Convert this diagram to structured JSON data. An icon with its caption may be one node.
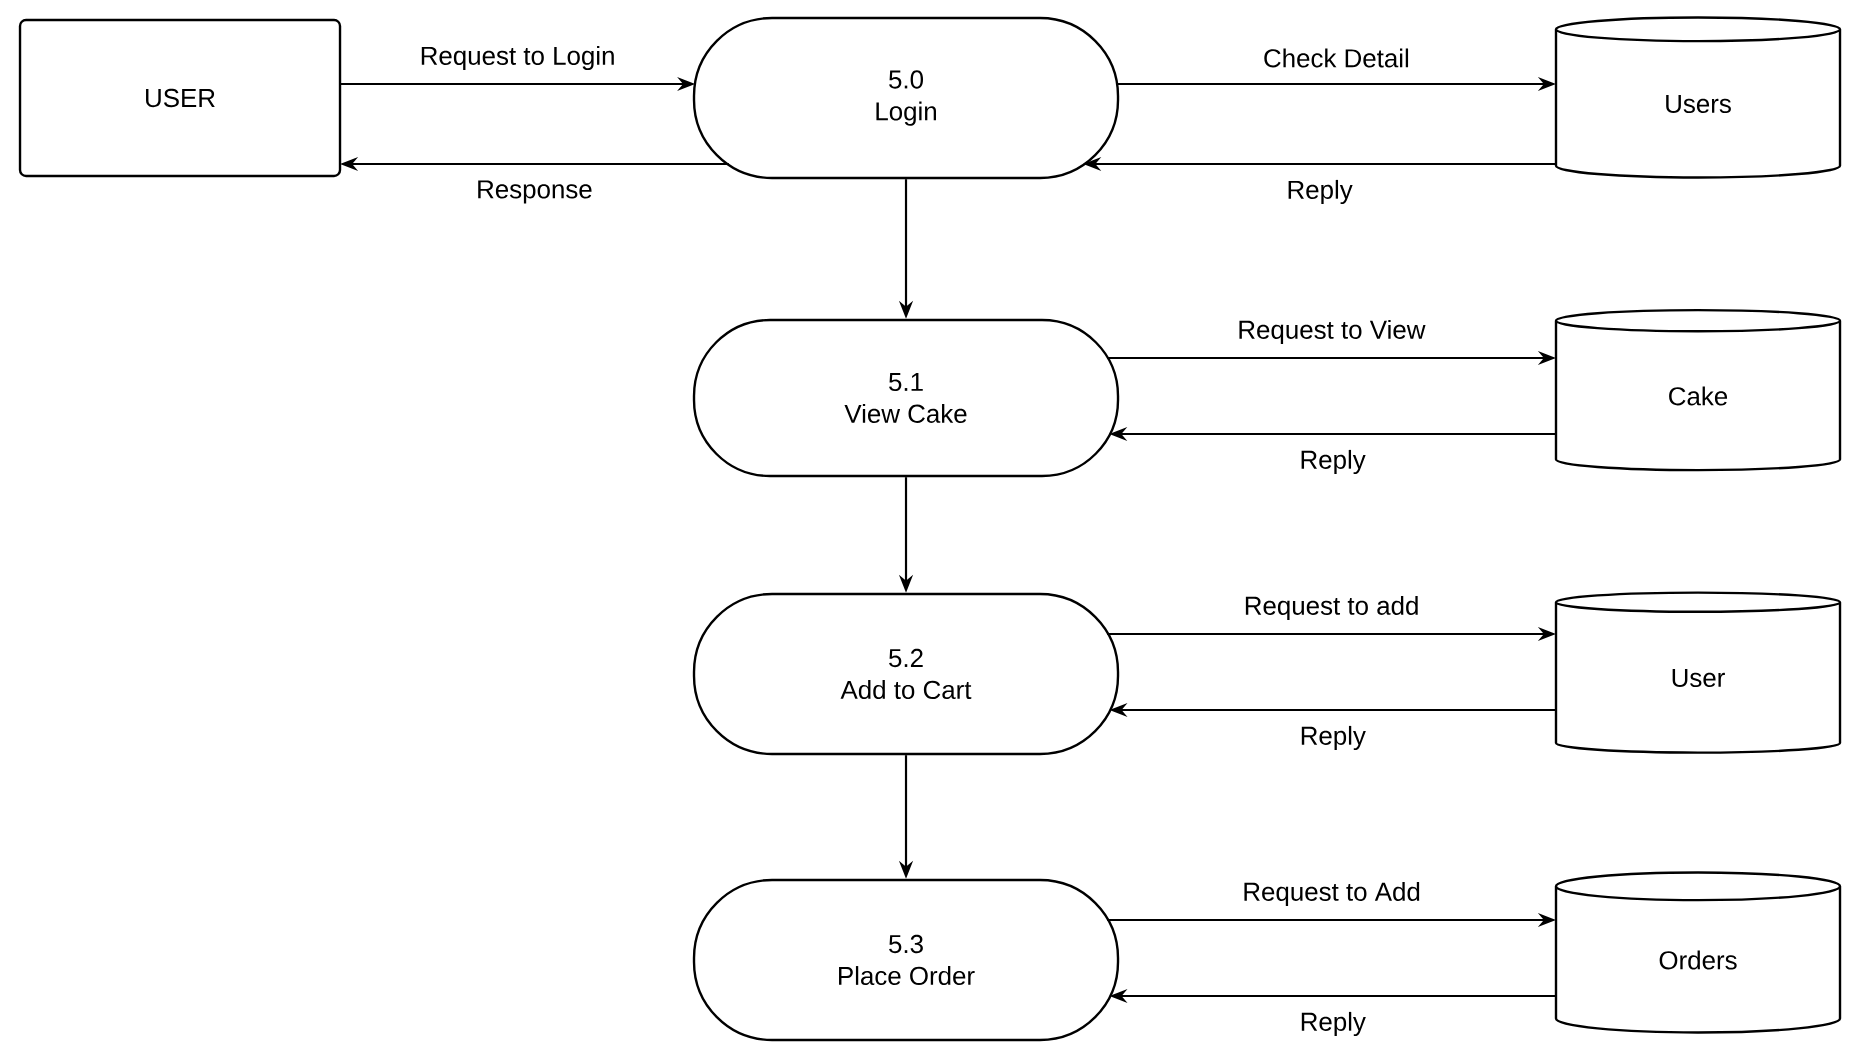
{
  "diagram": {
    "nodes": [
      {
        "text": [
          "USER"
        ]
      },
      {
        "text": [
          "5.0",
          "Login"
        ]
      },
      {
        "text": [
          "Users"
        ]
      },
      {
        "text": [
          "5.1",
          "View Cake"
        ]
      },
      {
        "text": [
          "Cake"
        ]
      },
      {
        "text": [
          "5.2",
          "Add to Cart"
        ]
      },
      {
        "text": [
          "User"
        ]
      },
      {
        "text": [
          "5.3",
          "Place Order"
        ]
      },
      {
        "text": [
          "Orders"
        ]
      }
    ],
    "edges": [
      {
        "from": 0,
        "to": 1,
        "arrow": "to",
        "label": "Request to Login"
      },
      {
        "from": 1,
        "to": 0,
        "arrow": "to",
        "label": "Response"
      },
      {
        "from": 1,
        "to": 2,
        "arrow": "to",
        "label": "Check Detail"
      },
      {
        "from": 2,
        "to": 1,
        "arrow": "to",
        "label": "Reply"
      },
      {
        "from": 1,
        "to": 3,
        "arrow": "to"
      },
      {
        "from": 3,
        "to": 4,
        "arrow": "to",
        "label": "Request to View"
      },
      {
        "from": 4,
        "to": 3,
        "arrow": "to",
        "label": "Reply"
      },
      {
        "from": 3,
        "to": 5,
        "arrow": "to"
      },
      {
        "from": 5,
        "to": 6,
        "arrow": "to",
        "label": "Request to add"
      },
      {
        "from": 6,
        "to": 5,
        "arrow": "to",
        "label": "Reply"
      },
      {
        "from": 5,
        "to": 7,
        "arrow": "to"
      },
      {
        "from": 7,
        "to": 8,
        "arrow": "to",
        "label": "Request to Add"
      },
      {
        "from": 8,
        "to": 7,
        "arrow": "to",
        "label": "Reply"
      }
    ]
  }
}
